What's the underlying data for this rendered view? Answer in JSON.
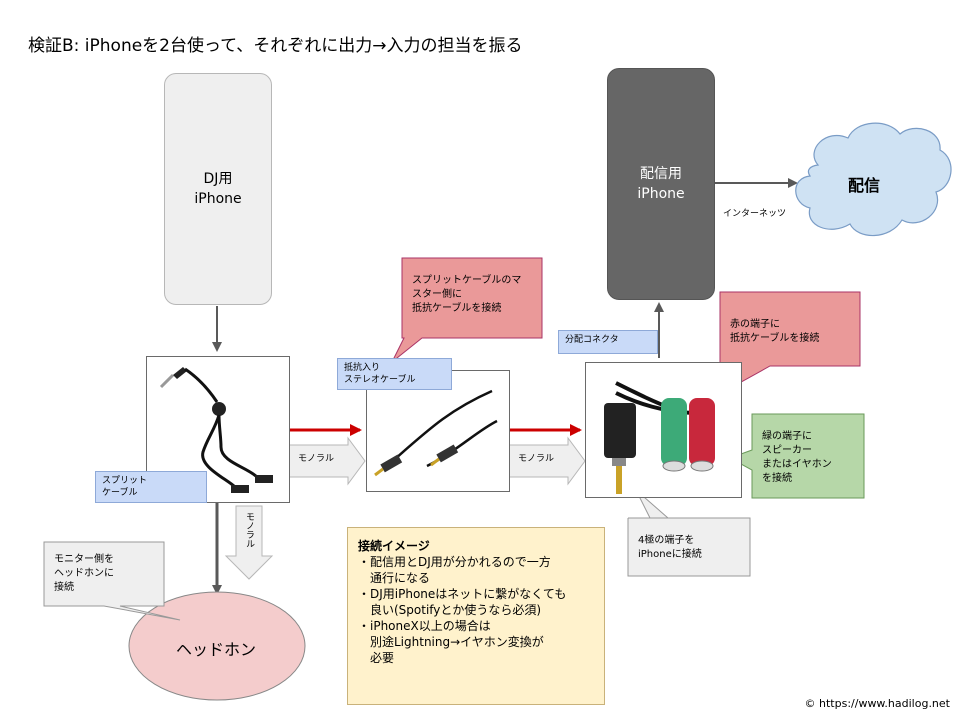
{
  "title": "検証B: iPhoneを2台使って、それぞれに出力→入力の担当を振る",
  "dj_phone": {
    "line1": "DJ用",
    "line2": "iPhone"
  },
  "stream_phone": {
    "line1": "配信用",
    "line2": "iPhone"
  },
  "cloud_label": "配信",
  "internet_label": "インターネッツ",
  "headphone_label": "ヘッドホン",
  "split_cable_label": {
    "line1": "スプリット",
    "line2": "ケーブル"
  },
  "resistor_cable_label": {
    "line1": "抵抗入り",
    "line2": "ステレオケーブル"
  },
  "distribution_label": "分配コネクタ",
  "mono_arrow_1": "モノラル",
  "mono_arrow_2": "モノラル",
  "mono_arrow_vertical": "モノラル",
  "callouts": {
    "split_master": {
      "line1": "スプリットケーブルのマ",
      "line2": "スター側に",
      "line3": "抵抗ケーブルを接続"
    },
    "red_terminal": {
      "line1": "赤の端子に",
      "line2": "抵抗ケーブルを接続"
    },
    "green_terminal": {
      "line1": "緑の端子に",
      "line2": "スピーカー",
      "line3": "またはイヤホン",
      "line4": "を接続"
    },
    "four_pole": {
      "line1": "4極の端子を",
      "line2": "iPhoneに接続"
    },
    "monitor": {
      "line1": "モニター側を",
      "line2": "ヘッドホンに",
      "line3": "接続"
    }
  },
  "note": {
    "heading": "接続イメージ",
    "b1": "・配信用とDJ用が分かれるので一方",
    "b1b": "通行になる",
    "b2": "・DJ用iPhoneはネットに繋がなくても",
    "b2b": "良い(Spotifyとか使うなら必須)",
    "b3": "・iPhoneX以上の場合は",
    "b3b": "別途Lightning→イヤホン変換が",
    "b3c": "必要"
  },
  "credit": "© https://www.hadilog.net",
  "colors": {
    "red_arrow": "#cc0000",
    "callout_red": "#ea9999",
    "callout_green": "#b6d7a8",
    "callout_gray": "#efefef",
    "headphone_fill": "#f4cccc",
    "cloud_fill": "#cfe2f3"
  }
}
